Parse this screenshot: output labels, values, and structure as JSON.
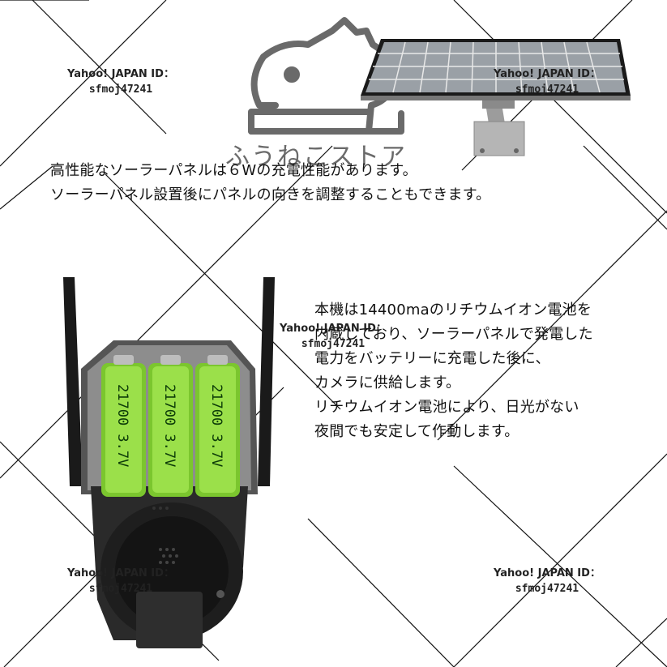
{
  "store": {
    "name": "ふうねこストア",
    "logo_icon": "cat-logo-icon"
  },
  "watermark": {
    "line1": "Yahoo! JAPAN ID：",
    "line2": "sfmoj47241"
  },
  "solar_section": {
    "lines": [
      "高性能なソーラーパネルは６Wの充電性能があります。",
      "ソーラーパネル設置後にパネルの向きを調整することもできます。"
    ],
    "panel_icon": "solar-panel-icon"
  },
  "battery_section": {
    "lines": [
      "本機は14400maのリチウムイオン電池を",
      "内蔵しており、ソーラーパネルで発電した",
      "電力をバッテリーに充電した後に、",
      "カメラに供給します。",
      "リチウムイオン電池により、日光がない",
      "夜間でも安定して作動します。"
    ],
    "battery_label": "21700 3.7V",
    "camera_icon": "security-camera-icon"
  },
  "colors": {
    "battery_green": "#8fdc3c",
    "camera_body": "#2a2a2a",
    "logo_gray": "#6a6a6a"
  }
}
